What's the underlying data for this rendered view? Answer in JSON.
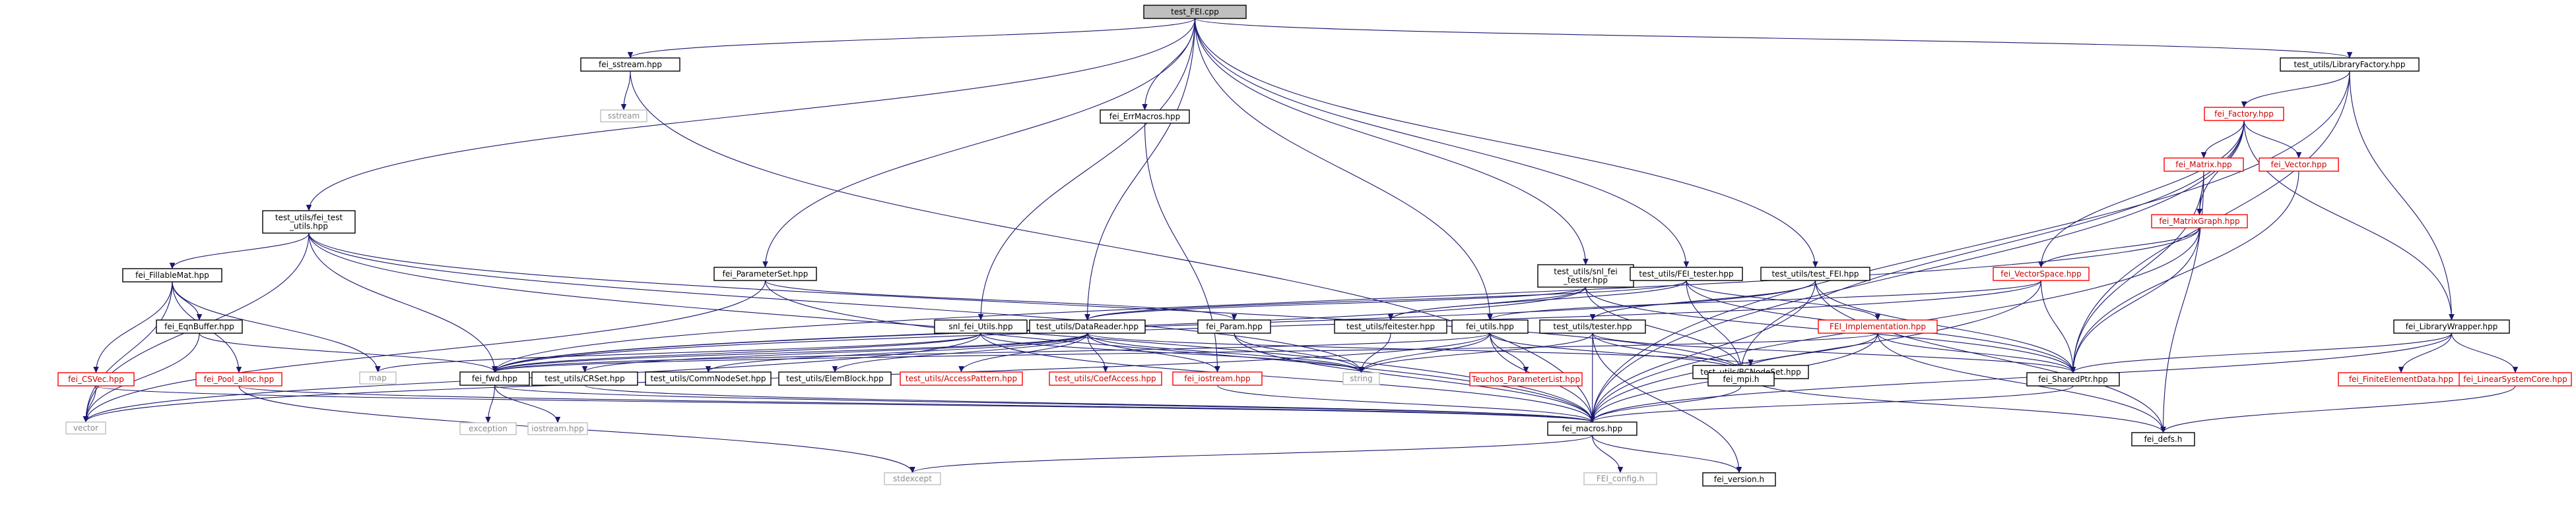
{
  "colors": {
    "edge": "#191970",
    "node_border_default": "#000000",
    "node_border_incomplete": "#ff0000",
    "node_border_external": "#bfbfbf",
    "root_fill": "#bfbfbf",
    "text_default": "#000000",
    "text_external": "#8c8c8c",
    "text_incomplete": "#cc0000"
  },
  "nodes": {
    "root": {
      "label": [
        "test_FEI.cpp"
      ],
      "kind": "root"
    },
    "fei_sstream": {
      "label": [
        "fei_sstream.hpp"
      ],
      "kind": "normal"
    },
    "sstream": {
      "label": [
        "sstream"
      ],
      "kind": "external"
    },
    "fei_errmacros": {
      "label": [
        "fei_ErrMacros.hpp"
      ],
      "kind": "normal"
    },
    "lib_factory": {
      "label": [
        "test_utils/LibraryFactory.hpp"
      ],
      "kind": "normal"
    },
    "fei_factory": {
      "label": [
        "fei_Factory.hpp"
      ],
      "kind": "incomplete"
    },
    "fei_matrix": {
      "label": [
        "fei_Matrix.hpp"
      ],
      "kind": "incomplete"
    },
    "fei_vector": {
      "label": [
        "fei_Vector.hpp"
      ],
      "kind": "incomplete"
    },
    "fei_matrixgraph": {
      "label": [
        "fei_MatrixGraph.hpp"
      ],
      "kind": "incomplete"
    },
    "fei_vectorspace": {
      "label": [
        "fei_VectorSpace.hpp"
      ],
      "kind": "incomplete"
    },
    "fei_test_utils": {
      "label": [
        "test_utils/fei_test",
        "_utils.hpp"
      ],
      "kind": "normal"
    },
    "fei_fillablemat": {
      "label": [
        "fei_FillableMat.hpp"
      ],
      "kind": "normal"
    },
    "fei_eqnbuffer": {
      "label": [
        "fei_EqnBuffer.hpp"
      ],
      "kind": "normal"
    },
    "fei_csvec": {
      "label": [
        "fei_CSVec.hpp"
      ],
      "kind": "incomplete"
    },
    "fei_pool_alloc": {
      "label": [
        "fei_Pool_alloc.hpp"
      ],
      "kind": "incomplete"
    },
    "fei_parameterset": {
      "label": [
        "fei_ParameterSet.hpp"
      ],
      "kind": "normal"
    },
    "fei_param": {
      "label": [
        "fei_Param.hpp"
      ],
      "kind": "normal"
    },
    "snl_fei_utils": {
      "label": [
        "snl_fei_Utils.hpp"
      ],
      "kind": "normal"
    },
    "datareader": {
      "label": [
        "test_utils/DataReader.hpp"
      ],
      "kind": "normal"
    },
    "snl_fei_tester": {
      "label": [
        "test_utils/snl_fei",
        "_tester.hpp"
      ],
      "kind": "normal"
    },
    "fei_tester": {
      "label": [
        "test_utils/FEI_tester.hpp"
      ],
      "kind": "normal"
    },
    "test_fei_hpp": {
      "label": [
        "test_utils/test_FEI.hpp"
      ],
      "kind": "normal"
    },
    "feitester": {
      "label": [
        "test_utils/feitester.hpp"
      ],
      "kind": "normal"
    },
    "fei_utils": {
      "label": [
        "fei_utils.hpp"
      ],
      "kind": "normal"
    },
    "fei_impl": {
      "label": [
        "FEI_Implementation.hpp"
      ],
      "kind": "incomplete"
    },
    "tester_hpp": {
      "label": [
        "test_utils/tester.hpp"
      ],
      "kind": "normal"
    },
    "lib_wrapper": {
      "label": [
        "fei_LibraryWrapper.hpp"
      ],
      "kind": "normal"
    },
    "map": {
      "label": [
        "map"
      ],
      "kind": "external"
    },
    "fei_fwd": {
      "label": [
        "fei_fwd.hpp"
      ],
      "kind": "normal"
    },
    "crset": {
      "label": [
        "test_utils/CRSet.hpp"
      ],
      "kind": "normal"
    },
    "commnodeset": {
      "label": [
        "test_utils/CommNodeSet.hpp"
      ],
      "kind": "normal"
    },
    "elemblock": {
      "label": [
        "test_utils/ElemBlock.hpp"
      ],
      "kind": "normal"
    },
    "accesspattern": {
      "label": [
        "test_utils/AccessPattern.hpp"
      ],
      "kind": "incomplete"
    },
    "coefaccess": {
      "label": [
        "test_utils/CoefAccess.hpp"
      ],
      "kind": "incomplete"
    },
    "fei_iostream": {
      "label": [
        "fei_iostream.hpp"
      ],
      "kind": "incomplete"
    },
    "string": {
      "label": [
        "string"
      ],
      "kind": "external"
    },
    "teuchos": {
      "label": [
        "Teuchos_ParameterList.hpp"
      ],
      "kind": "incomplete"
    },
    "bcnodeset": {
      "label": [
        "test_utils/BCNodeSet.hpp"
      ],
      "kind": "normal"
    },
    "fei_mpi": {
      "label": [
        "fei_mpi.h"
      ],
      "kind": "normal"
    },
    "sharedptr": {
      "label": [
        "fei_SharedPtr.hpp"
      ],
      "kind": "normal"
    },
    "fei_defs": {
      "label": [
        "fei_defs.h"
      ],
      "kind": "normal"
    },
    "fe_data": {
      "label": [
        "fei_FiniteElementData.hpp"
      ],
      "kind": "incomplete"
    },
    "linsyscore": {
      "label": [
        "fei_LinearSystemCore.hpp"
      ],
      "kind": "incomplete"
    },
    "vector": {
      "label": [
        "vector"
      ],
      "kind": "external"
    },
    "exception": {
      "label": [
        "exception"
      ],
      "kind": "external"
    },
    "iostream": {
      "label": [
        "iostream.hpp"
      ],
      "kind": "external"
    },
    "fei_macros": {
      "label": [
        "fei_macros.hpp"
      ],
      "kind": "normal"
    },
    "stdexcept": {
      "label": [
        "stdexcept"
      ],
      "kind": "external"
    },
    "fei_config": {
      "label": [
        "FEI_config.h"
      ],
      "kind": "external"
    },
    "fei_version": {
      "label": [
        "fei_version.h"
      ],
      "kind": "normal"
    }
  },
  "edges": [
    [
      "root",
      "fei_sstream"
    ],
    [
      "root",
      "fei_errmacros"
    ],
    [
      "root",
      "lib_factory"
    ],
    [
      "root",
      "fei_test_utils"
    ],
    [
      "root",
      "fei_parameterset"
    ],
    [
      "root",
      "snl_fei_utils"
    ],
    [
      "root",
      "datareader"
    ],
    [
      "root",
      "snl_fei_tester"
    ],
    [
      "root",
      "fei_tester"
    ],
    [
      "root",
      "test_fei_hpp"
    ],
    [
      "root",
      "fei_utils"
    ],
    [
      "fei_sstream",
      "sstream"
    ],
    [
      "fei_sstream",
      "fei_macros"
    ],
    [
      "fei_errmacros",
      "fei_iostream"
    ],
    [
      "lib_factory",
      "fei_factory"
    ],
    [
      "lib_factory",
      "lib_wrapper"
    ],
    [
      "lib_factory",
      "sharedptr"
    ],
    [
      "lib_factory",
      "fei_macros"
    ],
    [
      "fei_factory",
      "fei_matrix"
    ],
    [
      "fei_factory",
      "fei_vector"
    ],
    [
      "fei_factory",
      "fei_matrixgraph"
    ],
    [
      "fei_factory",
      "fei_vectorspace"
    ],
    [
      "fei_factory",
      "lib_wrapper"
    ],
    [
      "fei_factory",
      "fei_mpi"
    ],
    [
      "fei_factory",
      "fei_macros"
    ],
    [
      "fei_matrix",
      "fei_matrixgraph"
    ],
    [
      "fei_matrix",
      "sharedptr"
    ],
    [
      "fei_matrix",
      "fei_defs"
    ],
    [
      "fei_vector",
      "sharedptr"
    ],
    [
      "fei_matrixgraph",
      "fei_vectorspace"
    ],
    [
      "fei_matrixgraph",
      "sharedptr"
    ],
    [
      "fei_matrixgraph",
      "fei_macros"
    ],
    [
      "fei_matrixgraph",
      "fei_fwd"
    ],
    [
      "fei_vectorspace",
      "sharedptr"
    ],
    [
      "fei_vectorspace",
      "fei_macros"
    ],
    [
      "fei_vectorspace",
      "fei_fwd"
    ],
    [
      "fei_vectorspace",
      "fei_utils"
    ],
    [
      "fei_test_utils",
      "fei_fillablemat"
    ],
    [
      "fei_test_utils",
      "fei_fwd"
    ],
    [
      "fei_test_utils",
      "vector"
    ],
    [
      "fei_test_utils",
      "string"
    ],
    [
      "fei_test_utils",
      "fei_mpi"
    ],
    [
      "fei_test_utils",
      "fei_macros"
    ],
    [
      "fei_fillablemat",
      "fei_eqnbuffer"
    ],
    [
      "fei_fillablemat",
      "fei_csvec"
    ],
    [
      "fei_fillablemat",
      "fei_pool_alloc"
    ],
    [
      "fei_fillablemat",
      "map"
    ],
    [
      "fei_fillablemat",
      "vector"
    ],
    [
      "fei_eqnbuffer",
      "fei_fwd"
    ],
    [
      "fei_eqnbuffer",
      "vector"
    ],
    [
      "fei_csvec",
      "vector"
    ],
    [
      "fei_csvec",
      "fei_macros"
    ],
    [
      "fei_pool_alloc",
      "stdexcept"
    ],
    [
      "fei_pool_alloc",
      "fei_macros"
    ],
    [
      "fei_parameterset",
      "fei_param"
    ],
    [
      "fei_parameterset",
      "fei_macros"
    ],
    [
      "fei_parameterset",
      "vector"
    ],
    [
      "fei_param",
      "string"
    ],
    [
      "fei_param",
      "fei_macros"
    ],
    [
      "snl_fei_utils",
      "fei_fwd"
    ],
    [
      "snl_fei_utils",
      "map"
    ],
    [
      "snl_fei_utils",
      "vector"
    ],
    [
      "snl_fei_utils",
      "string"
    ],
    [
      "snl_fei_utils",
      "fei_macros"
    ],
    [
      "datareader",
      "fei_fwd"
    ],
    [
      "datareader",
      "crset"
    ],
    [
      "datareader",
      "commnodeset"
    ],
    [
      "datareader",
      "elemblock"
    ],
    [
      "datareader",
      "accesspattern"
    ],
    [
      "datareader",
      "coefaccess"
    ],
    [
      "datareader",
      "fei_iostream"
    ],
    [
      "datareader",
      "string"
    ],
    [
      "datareader",
      "bcnodeset"
    ],
    [
      "snl_fei_tester",
      "feitester"
    ],
    [
      "snl_fei_tester",
      "datareader"
    ],
    [
      "snl_fei_tester",
      "fei_fwd"
    ],
    [
      "snl_fei_tester",
      "fei_mpi"
    ],
    [
      "snl_fei_tester",
      "sharedptr"
    ],
    [
      "fei_tester",
      "feitester"
    ],
    [
      "fei_tester",
      "datareader"
    ],
    [
      "fei_tester",
      "fei_impl"
    ],
    [
      "fei_tester",
      "sharedptr"
    ],
    [
      "fei_tester",
      "fei_mpi"
    ],
    [
      "test_fei_hpp",
      "tester_hpp"
    ],
    [
      "test_fei_hpp",
      "fei_fwd"
    ],
    [
      "test_fei_hpp",
      "sharedptr"
    ],
    [
      "test_fei_hpp",
      "fei_defs"
    ],
    [
      "test_fei_hpp",
      "fei_macros"
    ],
    [
      "feitester",
      "string"
    ],
    [
      "fei_utils",
      "teuchos"
    ],
    [
      "fei_utils",
      "fei_mpi"
    ],
    [
      "fei_utils",
      "fei_macros"
    ],
    [
      "fei_utils",
      "vector"
    ],
    [
      "fei_utils",
      "string"
    ],
    [
      "fei_utils",
      "fei_fwd"
    ],
    [
      "fei_impl",
      "fei_mpi"
    ],
    [
      "fei_impl",
      "sharedptr"
    ],
    [
      "fei_impl",
      "fei_defs"
    ],
    [
      "fei_impl",
      "fei_macros"
    ],
    [
      "fei_impl",
      "fei_fwd"
    ],
    [
      "tester_hpp",
      "fei_mpi"
    ],
    [
      "tester_hpp",
      "fei_macros"
    ],
    [
      "tester_hpp",
      "fei_version"
    ],
    [
      "tester_hpp",
      "string"
    ],
    [
      "tester_hpp",
      "sharedptr"
    ],
    [
      "lib_wrapper",
      "fe_data"
    ],
    [
      "lib_wrapper",
      "linsyscore"
    ],
    [
      "lib_wrapper",
      "sharedptr"
    ],
    [
      "lib_wrapper",
      "fei_macros"
    ],
    [
      "linsyscore",
      "fei_defs"
    ],
    [
      "fei_fwd",
      "exception"
    ],
    [
      "fei_fwd",
      "iostream"
    ],
    [
      "fei_fwd",
      "fei_macros"
    ],
    [
      "crset",
      "fei_macros"
    ],
    [
      "bcnodeset",
      "fei_defs"
    ],
    [
      "fei_iostream",
      "fei_macros"
    ],
    [
      "fei_mpi",
      "fei_macros"
    ],
    [
      "sharedptr",
      "fei_macros"
    ],
    [
      "fei_macros",
      "stdexcept"
    ],
    [
      "fei_macros",
      "fei_config"
    ],
    [
      "fei_macros",
      "fei_version"
    ]
  ]
}
